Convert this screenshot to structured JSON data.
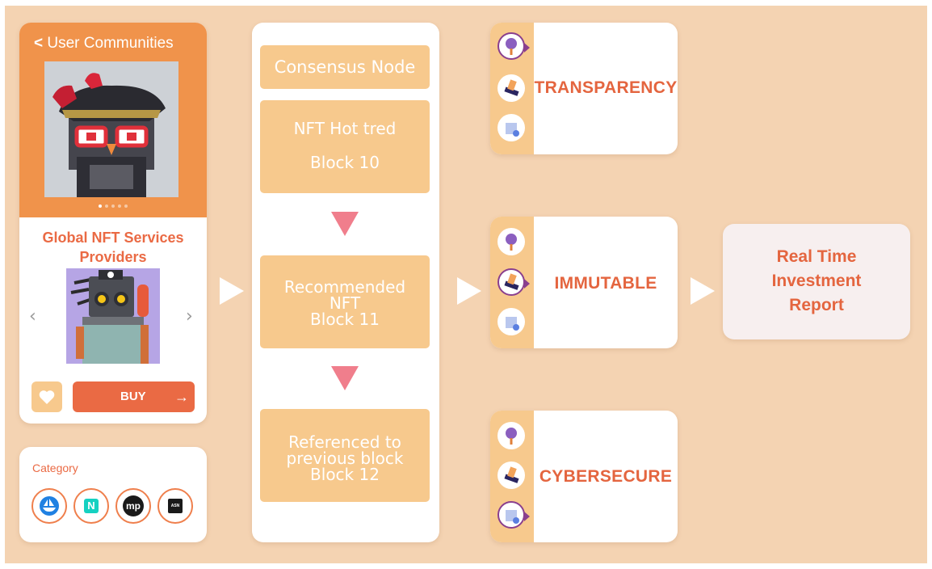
{
  "mobile_card": {
    "back_label": "User Communities",
    "carousel_dots": 5,
    "active_dot": 1,
    "provider_title_line1": "Global NFT Services",
    "provider_title_line2": "Providers",
    "prev_glyph": "‹",
    "next_glyph": "›",
    "buy_label": "BUY",
    "buy_arrow": "→"
  },
  "category": {
    "title": "Category",
    "icons": [
      "opensea-icon",
      "nifty-icon",
      "mintable-mp-icon",
      "async-art-icon"
    ],
    "mp_label": "mp",
    "nifty_label": "N",
    "async_label": "ASN"
  },
  "blockchain": {
    "consensus_label": "Consensus Node",
    "block1_line1": "NFT Hot tred",
    "block1_line2": "Block 10",
    "block2_line1": "Recommended",
    "block2_line2": "NFT",
    "block2_line3": "Block 11",
    "block3_line1": "Referenced to",
    "block3_line2": "previous block",
    "block3_line3": "Block 12"
  },
  "features": [
    {
      "label": "TRANSPARENCY",
      "active_icon": "magnifier-icon"
    },
    {
      "label": "IMMUTABLE",
      "active_icon": "stamp-icon"
    },
    {
      "label": "CYBERSECURE",
      "active_icon": "secure-bag-icon"
    }
  ],
  "report": {
    "line1": "Real Time",
    "line2": "Investment",
    "line3": "Report"
  },
  "colors": {
    "background": "#f4d3b2",
    "accent_orange": "#ef7f4c",
    "block_fill": "#f7c98d",
    "text_orange": "#e4653f",
    "down_arrow": "#f07e8c",
    "report_fill": "#f7efef"
  }
}
